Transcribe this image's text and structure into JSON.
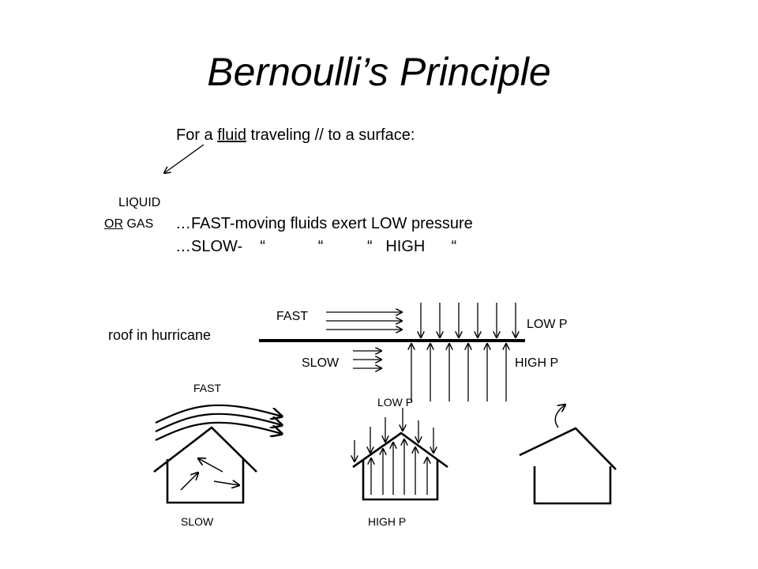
{
  "title": "Bernoulli’s Principle",
  "intro": {
    "before": "For a ",
    "underlined": "fluid",
    "after": " traveling // to a surface:"
  },
  "note": {
    "line1": "LIQUID",
    "line2_underlined": "OR",
    "line2_rest": " GAS"
  },
  "statements": {
    "fast": "…FAST-moving fluids exert LOW pressure",
    "slow": "…SLOW-    “            “          “   HIGH      “"
  },
  "roof_diagram": {
    "caption": "roof in hurricane",
    "above_speed": "FAST",
    "below_speed": "SLOW",
    "above_pressure": "LOW P",
    "below_pressure": "HIGH P"
  },
  "houses": {
    "house1_top": "FAST",
    "house1_bottom": "SLOW",
    "house2_top": "LOW P",
    "house2_bottom": "HIGH P"
  }
}
